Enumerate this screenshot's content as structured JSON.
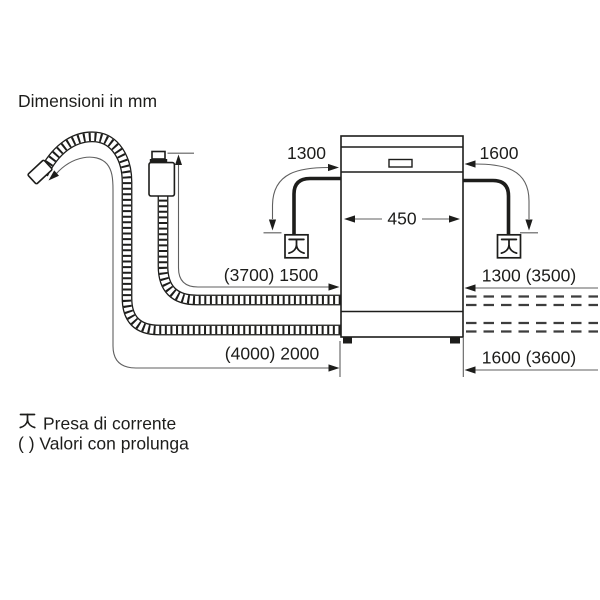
{
  "title": "Dimensioni in mm",
  "dimensions": {
    "appliance_width": "450",
    "power_cable_left": "1300",
    "power_cable_right": "1600",
    "supply_hose_left": "(3700) 1500",
    "drain_hose_left": "(4000) 2000",
    "hose_right_top": "1300 (3500)",
    "hose_right_bottom": "1600 (3600)"
  },
  "legend": {
    "socket_label": "Presa di corrente",
    "parentheses_line": "( ) Valori con prolunga"
  },
  "colors": {
    "background": "#ffffff",
    "line": "#1d1d1b",
    "dim_line": "#5f5f5f"
  }
}
